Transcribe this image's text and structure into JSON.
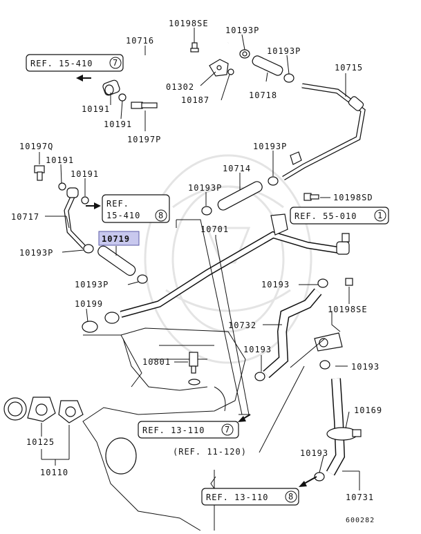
{
  "diagram": {
    "id_code": "600282",
    "highlighted_part": "10719",
    "labels": {
      "p10198SE_top": "10198SE",
      "p10193P_a": "10193P",
      "p10716": "10716",
      "p10193P_b": "10193P",
      "p10715": "10715",
      "p01302": "01302",
      "p10718": "10718",
      "p10187": "10187",
      "p10191_a": "10191",
      "p10191_b": "10191",
      "p10197P": "10197P",
      "p10197Q": "10197Q",
      "p10191_c": "10191",
      "p10191_d": "10191",
      "p10193P_c": "10193P",
      "p10714": "10714",
      "p10193P_d": "10193P",
      "p10198SD": "10198SD",
      "p10717": "10717",
      "p10701": "10701",
      "p10719": "10719",
      "p10193P_e": "10193P",
      "p10193P_f": "10193P",
      "p10193_a": "10193",
      "p10198SE_mid": "10198SE",
      "p10199": "10199",
      "p10732": "10732",
      "p10193_b": "10193",
      "p10801": "10801",
      "p10193_c": "10193",
      "p10169": "10169",
      "p10125": "10125",
      "p10110": "10110",
      "p10193_d": "10193",
      "p10731": "10731"
    },
    "refs": {
      "ref_15_410_top": {
        "text": "REF. 15-410",
        "num": "7"
      },
      "ref_15_410_mid_line1": "REF.",
      "ref_15_410_mid_line2": "15-410",
      "ref_15_410_mid_num": "8",
      "ref_55_010": {
        "text": "REF. 55-010",
        "num": "1"
      },
      "ref_13_110_a": {
        "text": "REF. 13-110",
        "num": "7"
      },
      "ref_11_120": "(REF. 11-120)",
      "ref_13_110_b": {
        "text": "REF. 13-110",
        "num": "8"
      }
    }
  }
}
